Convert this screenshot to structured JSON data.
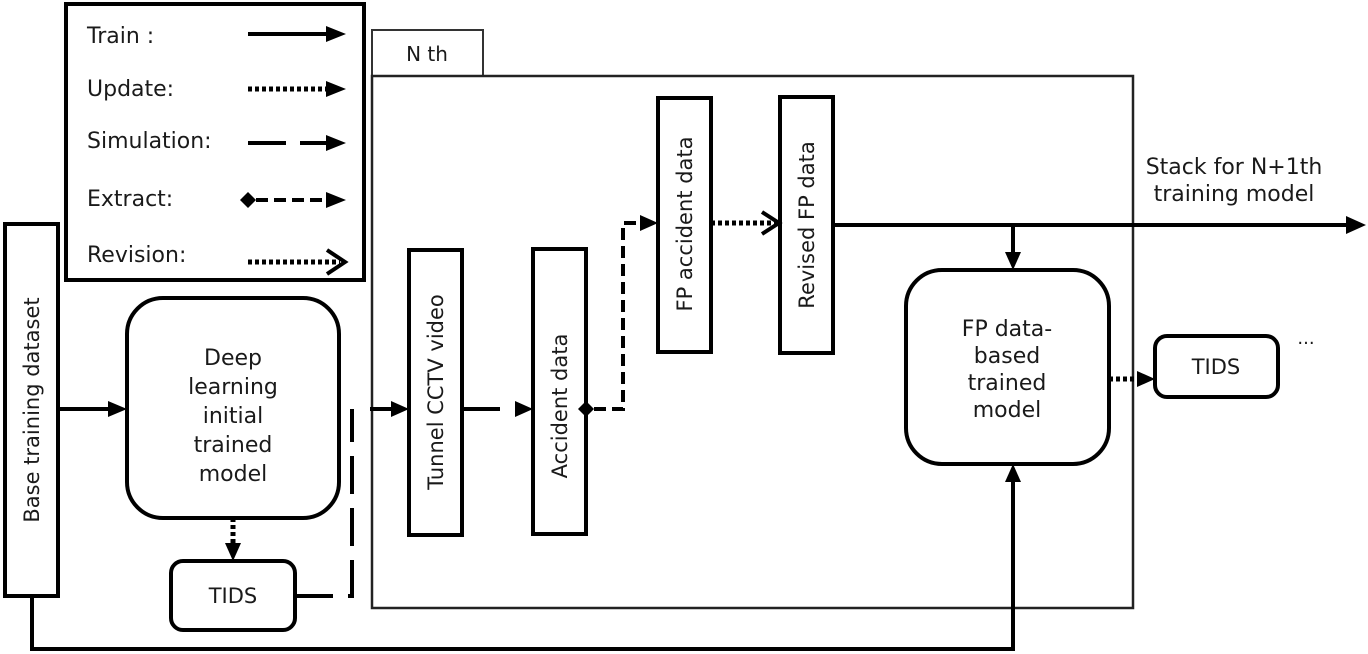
{
  "legend": {
    "items": [
      {
        "label": "Train :",
        "style": "solid"
      },
      {
        "label": "Update:",
        "style": "dotted"
      },
      {
        "label": "Simulation:",
        "style": "long-dash"
      },
      {
        "label": "Extract:",
        "style": "diamond-dash"
      },
      {
        "label": "Revision:",
        "style": "dotted-open"
      }
    ]
  },
  "iteration_tab": "N th",
  "nodes": {
    "base_dataset": "Base training dataset",
    "initial_model": [
      "Deep",
      "learning",
      "initial",
      "trained",
      "model"
    ],
    "tids_left": "TIDS",
    "cctv": "Tunnel CCTV video",
    "accident": "Accident data",
    "fp_accident": "FP accident data",
    "revised_fp": "Revised FP data",
    "fp_model": [
      "FP data-",
      "based",
      "trained",
      "model"
    ],
    "tids_right": "TIDS",
    "ellipsis": "..."
  },
  "stack_label": [
    "Stack for N+1th",
    "training model"
  ],
  "colors": {
    "stroke": "#000000",
    "text": "#1a1a1a",
    "background": "#ffffff"
  }
}
